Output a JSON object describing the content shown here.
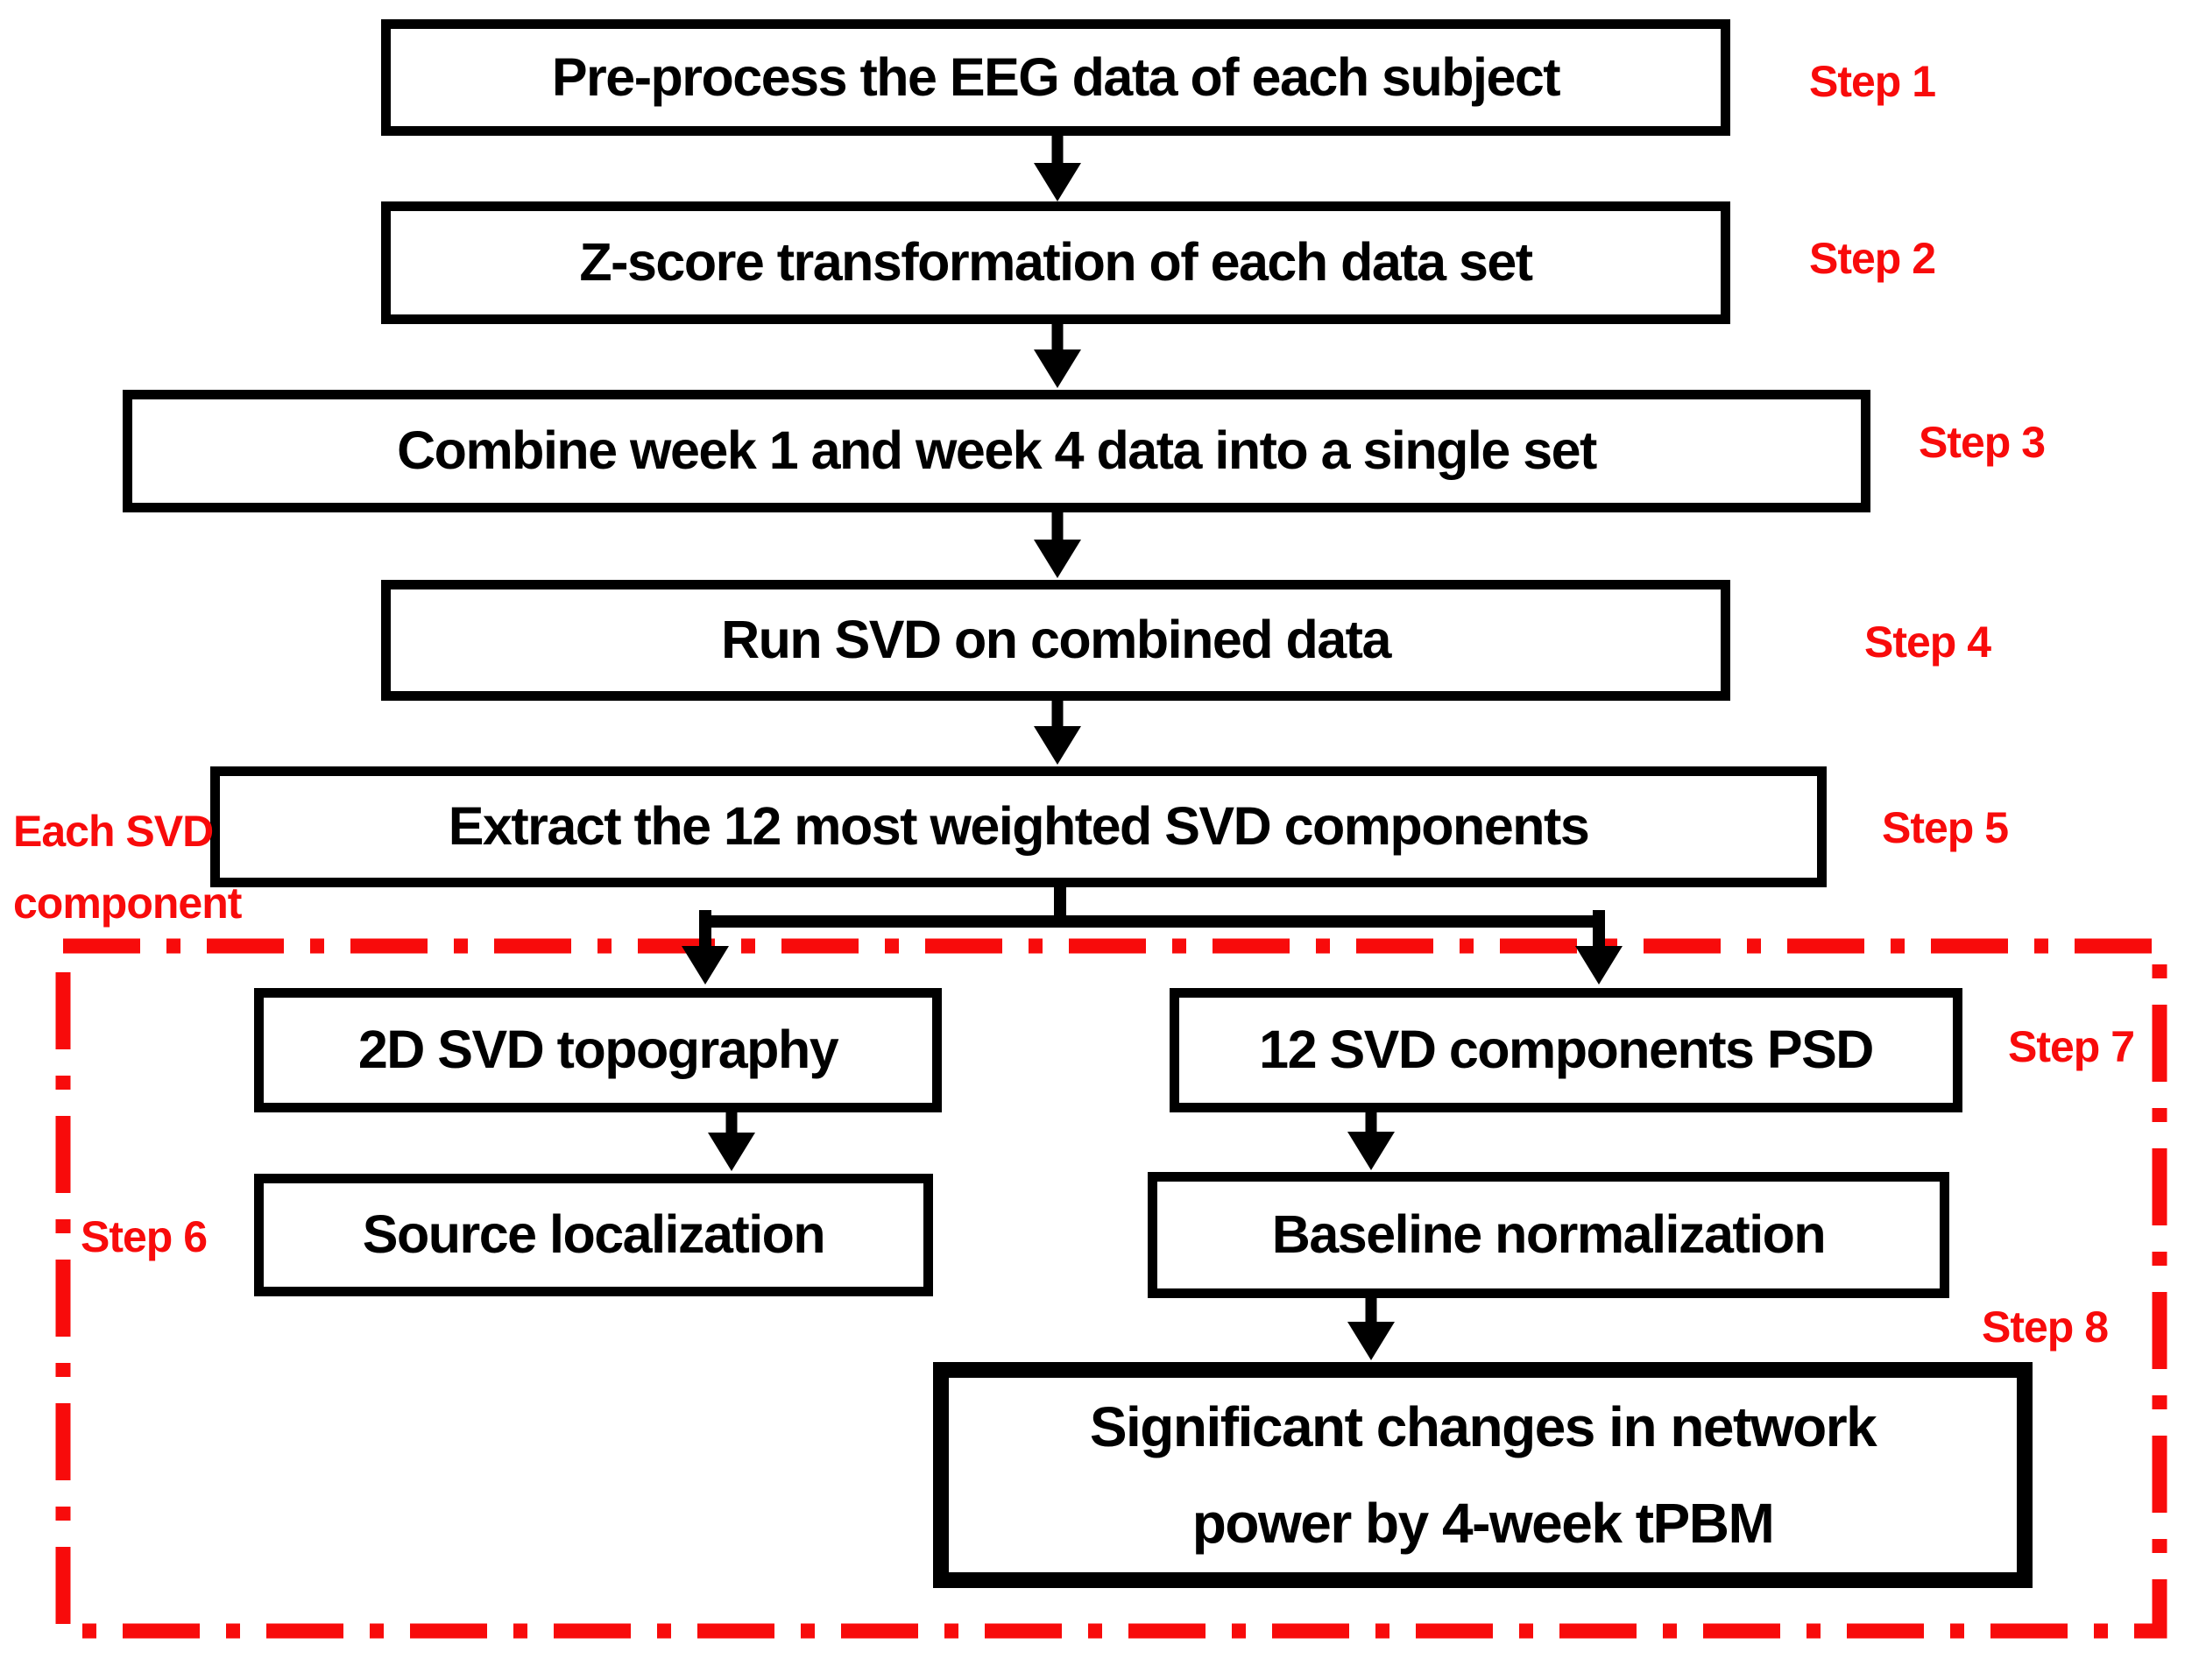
{
  "colors": {
    "accent_red": "#f80b0b",
    "box_border": "#000000",
    "background": "#ffffff"
  },
  "flow_boxes": [
    {
      "id": "preprocess",
      "label": "Pre-process the EEG data of each subject"
    },
    {
      "id": "zscore",
      "label": "Z-score transformation of each data set"
    },
    {
      "id": "combine",
      "label": "Combine week 1 and week 4 data into a single set"
    },
    {
      "id": "run-svd",
      "label": "Run SVD on combined data"
    },
    {
      "id": "extract",
      "label": "Extract the 12 most weighted SVD components"
    },
    {
      "id": "topography",
      "label": "2D SVD topography"
    },
    {
      "id": "source-localization",
      "label": "Source localization"
    },
    {
      "id": "psd",
      "label": "12 SVD components PSD"
    },
    {
      "id": "baseline",
      "label": "Baseline normalization"
    },
    {
      "id": "significant-changes",
      "line1": "Significant changes in network",
      "line2": "power by 4-week tPBM"
    }
  ],
  "step_labels": [
    "Step 1",
    "Step 2",
    "Step 3",
    "Step 4",
    "Step 5",
    "Step 6",
    "Step 7",
    "Step 8"
  ],
  "region_label": {
    "line1": "Each SVD",
    "line2": "component"
  }
}
